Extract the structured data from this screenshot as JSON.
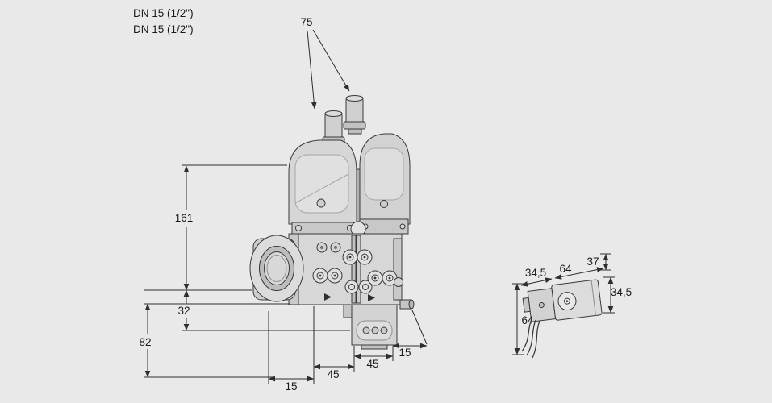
{
  "page": {
    "background": "#e9e9e9",
    "line_color": "#2e2e2e",
    "drawing_title": "double-solenoid-valve-dimensional-drawing"
  },
  "valve_drawing": {
    "connection_label_1": "DN 15 (1/2\")",
    "connection_label_2": "DN 15 (1/2\")",
    "dimensions": {
      "actuator_spacing": "75",
      "height_upper": "161",
      "height_mid": "32",
      "height_lower": "82",
      "bottom_offset_left": "15",
      "bottom_span_left": "45",
      "bottom_span_right": "45",
      "bottom_offset_right": "15"
    }
  },
  "connector_drawing": {
    "dimensions": {
      "connector_width": "34,5",
      "coil_length": "64",
      "coil_width": "37",
      "coil_height": "34,5",
      "connector_height": "64"
    }
  }
}
